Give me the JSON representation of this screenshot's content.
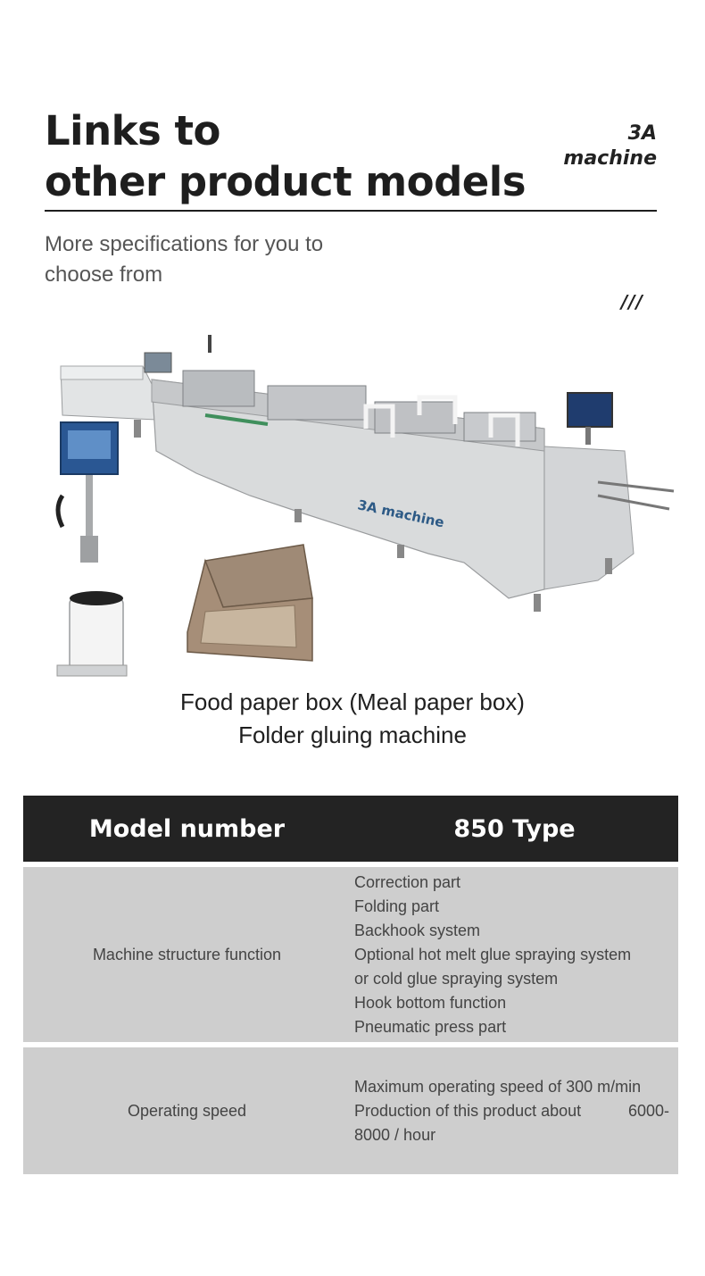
{
  "header": {
    "title_line1": "Links to",
    "title_line2": "other product models",
    "brand_line1": "3A",
    "brand_line2": "machine"
  },
  "subtitle": {
    "line1": "More specifications for you to",
    "line2": "choose from"
  },
  "decor": {
    "slashes": "///"
  },
  "image": {
    "machine_label": "3A machine"
  },
  "caption": {
    "line1": "Food paper box (Meal paper box)",
    "line2": "Folder gluing  machine"
  },
  "table": {
    "headers": [
      "Model number",
      "850 Type"
    ],
    "rows": [
      {
        "label": "Machine structure function",
        "values": [
          "Correction part",
          "Folding part",
          "Backhook system",
          "Optional hot melt glue spraying system",
          "or cold glue spraying system",
          "Hook bottom function",
          "Pneumatic press part"
        ]
      },
      {
        "label": "Operating speed",
        "values": [
          "Maximum operating speed of 300 m/min",
          "Production of this product about",
          "6000-",
          "8000 / hour"
        ]
      }
    ]
  },
  "colors": {
    "table_header_bg": "#232323",
    "table_row_bg": "#cecece",
    "title_text": "#1e1e1e",
    "machine_body": "#d9dbdc"
  }
}
